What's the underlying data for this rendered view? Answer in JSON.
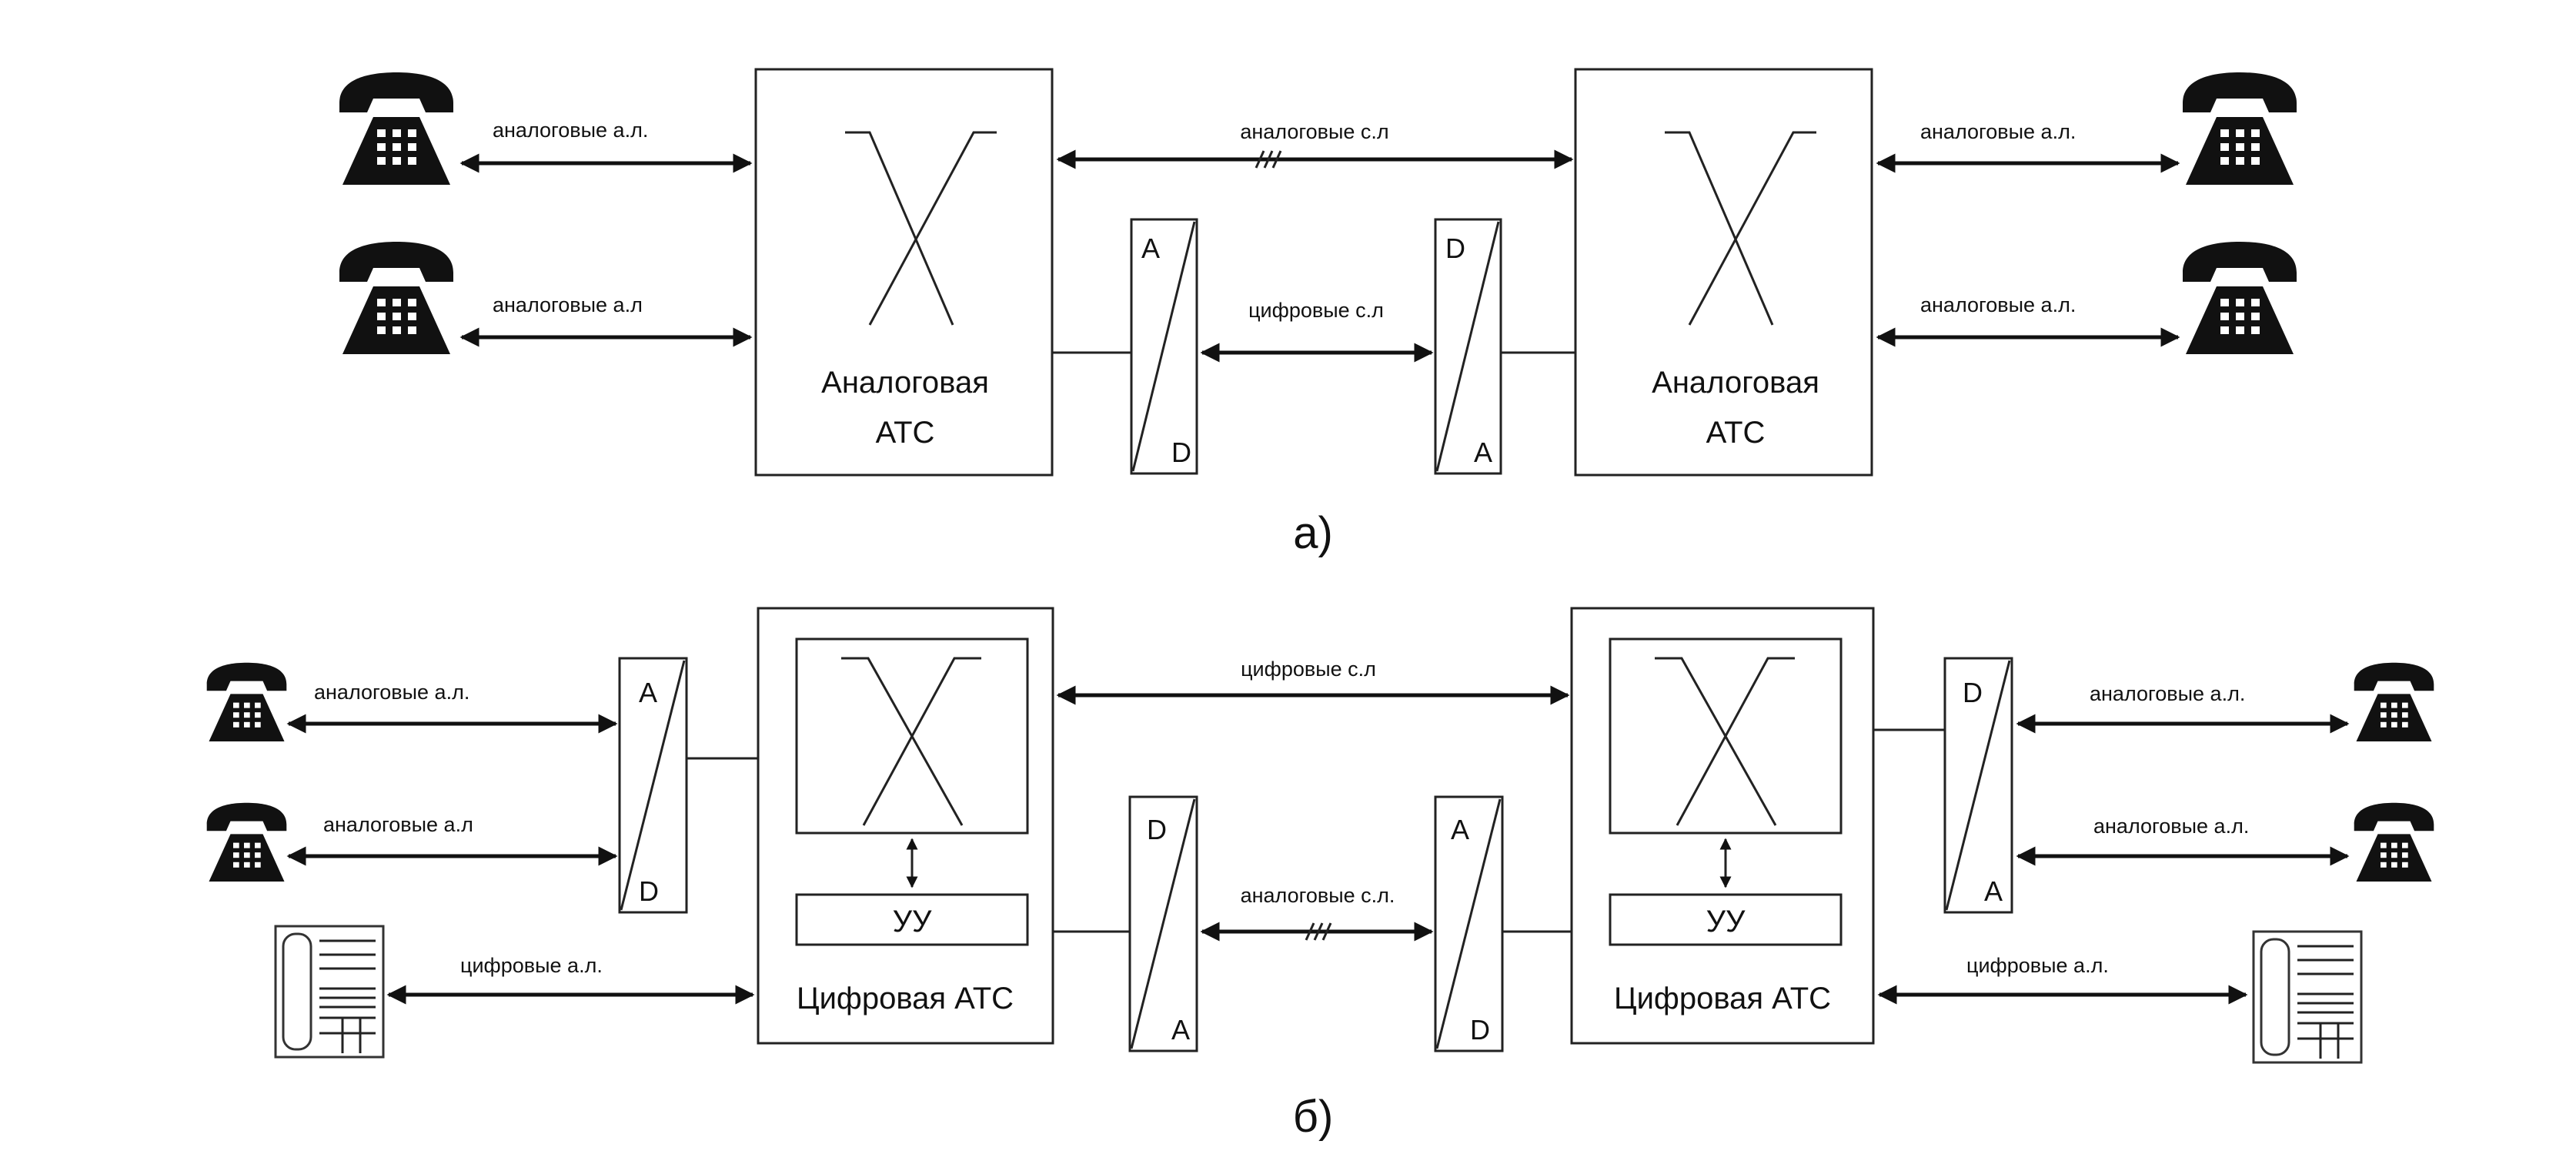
{
  "colors": {
    "line": "#222222",
    "phone": "#111111",
    "background": "#ffffff"
  },
  "icons": {
    "analog_phone": "telephone-icon",
    "digital_phone": "digital-telephone-icon"
  },
  "diagram_a": {
    "caption": "а)",
    "left_exchange": {
      "line1": "Аналоговая",
      "line2": "АТС"
    },
    "right_exchange": {
      "line1": "Аналоговая",
      "line2": "АТС"
    },
    "left_subscriber_lines": [
      "аналоговые а.л.",
      "аналоговые а.л"
    ],
    "right_subscriber_lines": [
      "аналоговые а.л.",
      "аналоговые а.л."
    ],
    "trunk_analog": "аналоговые с.л",
    "trunk_digital": "цифровые с.л",
    "converter_left": {
      "top": "A",
      "bottom": "D"
    },
    "converter_right": {
      "top": "D",
      "bottom": "A"
    }
  },
  "diagram_b": {
    "caption": "б)",
    "left_exchange": {
      "label": "Цифровая АТС",
      "control": "УУ"
    },
    "right_exchange": {
      "label": "Цифровая АТС",
      "control": "УУ"
    },
    "left_subscriber_lines": [
      "аналоговые а.л.",
      "аналоговые а.л",
      "цифровые а.л."
    ],
    "right_subscriber_lines": [
      "аналоговые а.л.",
      "аналоговые а.л.",
      "цифровые а.л."
    ],
    "trunk_digital": "цифровые с.л",
    "trunk_analog": "аналоговые с.л.",
    "converter_left_sub": {
      "top": "A",
      "bottom": "D"
    },
    "converter_right_sub": {
      "top": "D",
      "bottom": "A"
    },
    "converter_left_trunk": {
      "top": "D",
      "bottom": "A"
    },
    "converter_right_trunk": {
      "top": "A",
      "bottom": "D"
    }
  }
}
